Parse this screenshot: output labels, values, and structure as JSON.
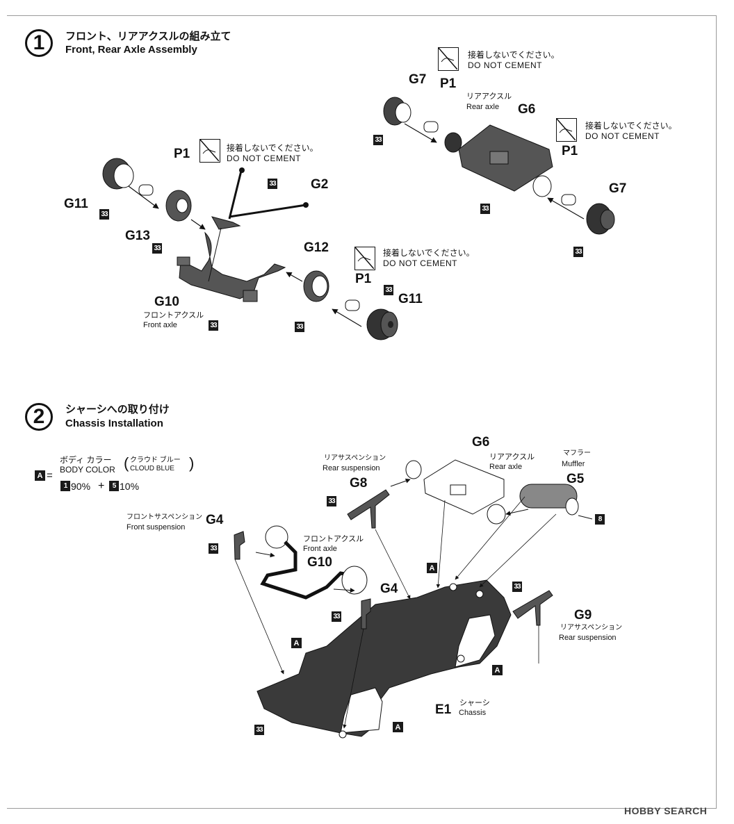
{
  "step1": {
    "number": "1",
    "title_jp": "フロント、リアアクスルの組み立て",
    "title_en": "Front, Rear Axle Assembly"
  },
  "step2": {
    "number": "2",
    "title_jp": "シャーシへの取り付け",
    "title_en": "Chassis Installation"
  },
  "do_not_cement": {
    "jp": "接着しないでください。",
    "en": "DO NOT CEMENT"
  },
  "parts": {
    "p1": "P1",
    "g2": "G2",
    "g4": "G4",
    "g5": "G5",
    "g6": "G6",
    "g7": "G7",
    "g8": "G8",
    "g9": "G9",
    "g10": "G10",
    "g11": "G11",
    "g12": "G12",
    "g13": "G13",
    "e1": "E1"
  },
  "captions": {
    "front_axle_jp": "フロントアクスル",
    "front_axle_en": "Front axle",
    "rear_axle_jp": "リアアクスル",
    "rear_axle_en": "Rear axle",
    "rear_susp_jp": "リアサスペンション",
    "rear_susp_en": "Rear suspension",
    "front_susp_jp": "フロントサスペンション",
    "front_susp_en": "Front suspension",
    "muffler_jp": "マフラー",
    "muffler_en": "Muffler",
    "chassis_jp": "シャーシ",
    "chassis_en": "Chassis"
  },
  "color_codes": {
    "c33": "33",
    "c8": "8",
    "a": "A"
  },
  "body_color": {
    "letter": "A",
    "equals": "=",
    "jp": "ボディ カラー",
    "en": "BODY COLOR",
    "sub_jp": "クラウド ブルー",
    "sub_en": "CLOUD BLUE",
    "mix_1_code": "1",
    "mix_1_pct": "90%",
    "plus": "+",
    "mix_2_code": "5",
    "mix_2_pct": "10%"
  },
  "watermark": "HOBBY SEARCH",
  "colors": {
    "ink": "#111111",
    "part_fill": "#4a4a4a",
    "chassis_fill": "#3a3a3a",
    "code_box": "#1a1a1a"
  }
}
